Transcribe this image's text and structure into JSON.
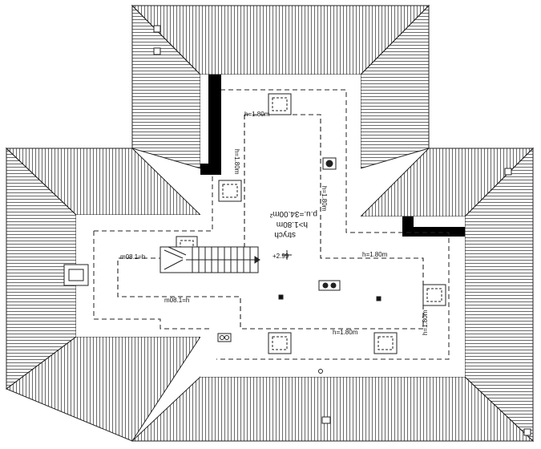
{
  "plan": {
    "heights": {
      "top": "h=1.80m",
      "left_wing_v": "h=1.80m",
      "left_wing_top": "m08.1=h",
      "left_wing_bottom": "m08.1=h",
      "center_v": "h=1.80m",
      "right_wing_top": "h=1.80m",
      "right_v": "h=1.80m",
      "bottom": "h=1.80m"
    },
    "room": {
      "name": "strych",
      "height": "h>1.80m",
      "area": "p.u.=34.00m²"
    },
    "elevation": "+2.99"
  },
  "colors": {
    "line": "#222222",
    "wall": "#000000",
    "roof": "#555555"
  }
}
